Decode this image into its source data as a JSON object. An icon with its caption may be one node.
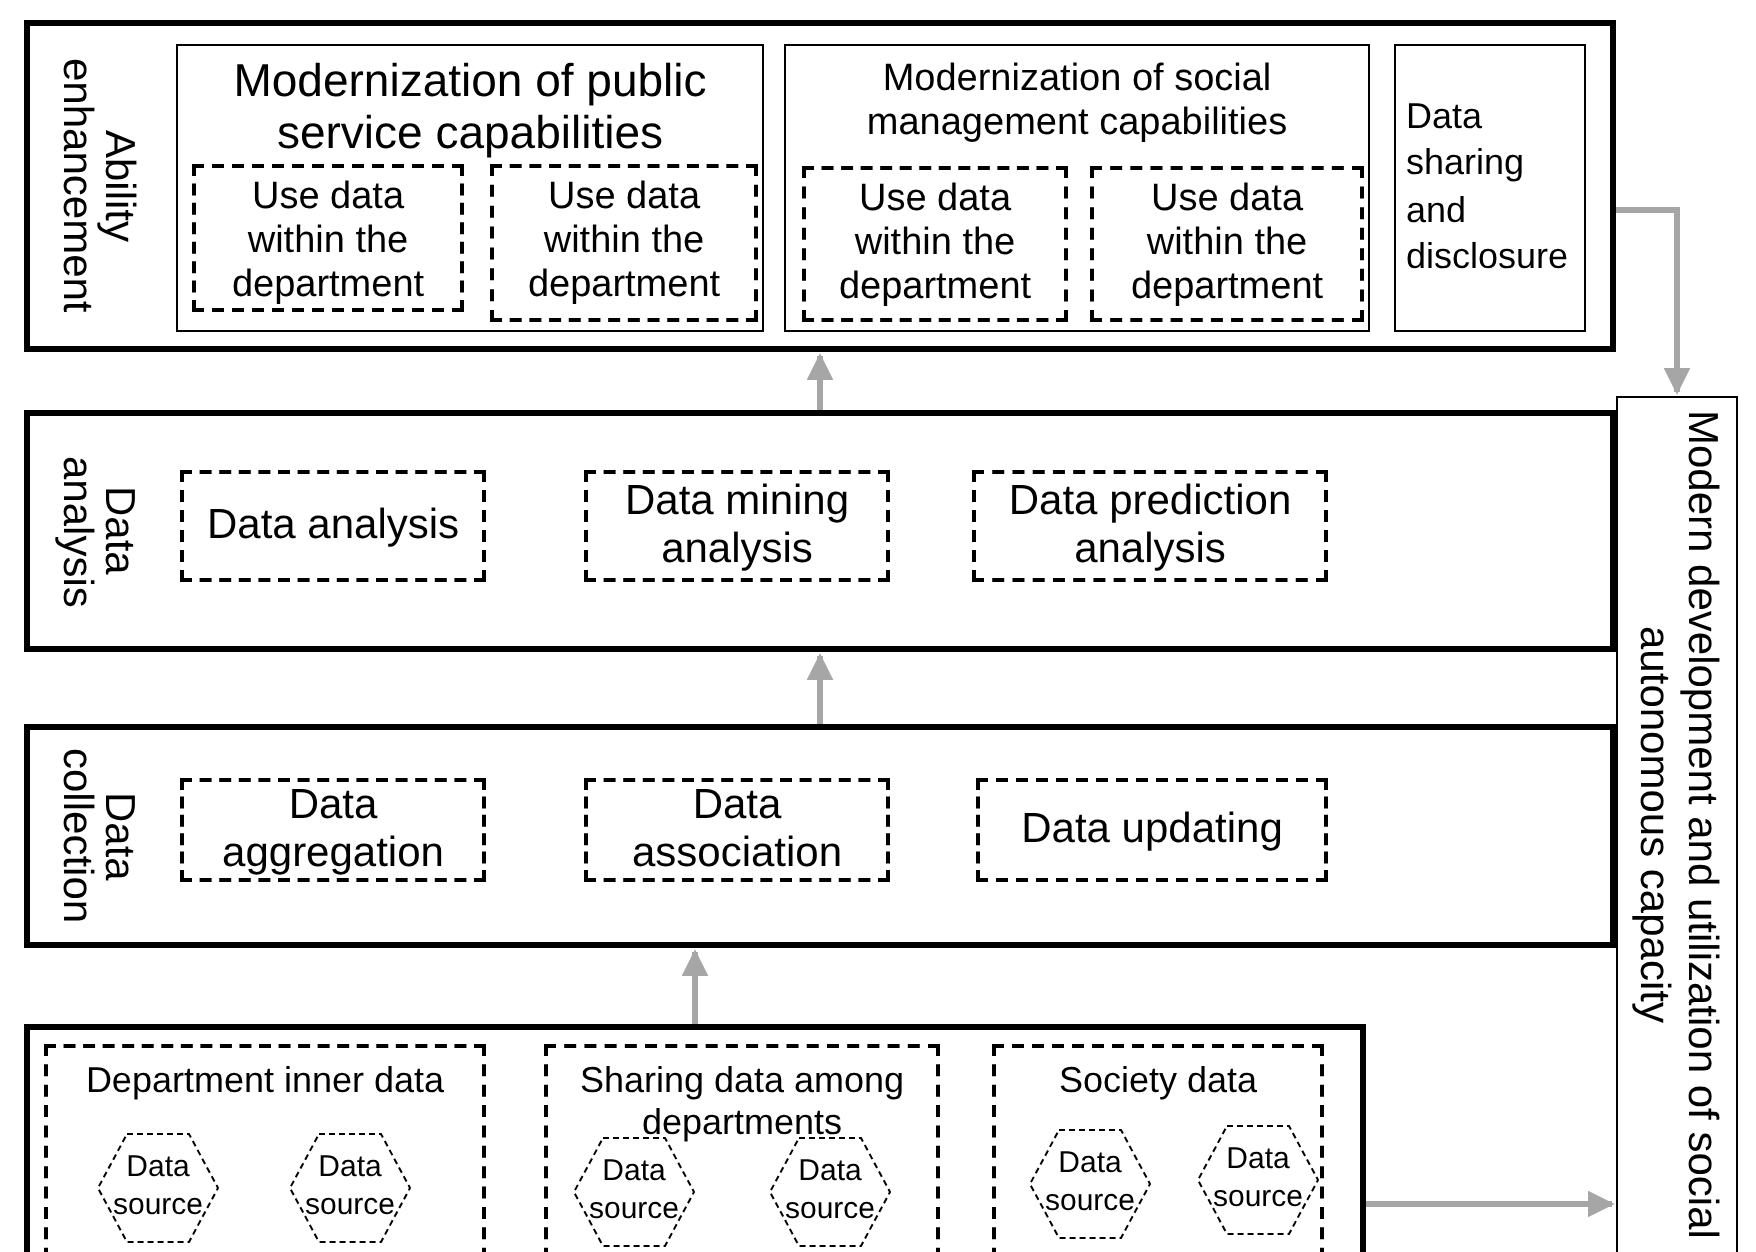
{
  "diagram": {
    "nodes": [
      {
        "text": [
          "Ability enhancement"
        ]
      },
      {
        "text": [
          "Modernization of public service capabilities"
        ],
        "in": 0
      },
      {
        "text": [
          "Use data within the department"
        ],
        "in": 1
      },
      {
        "text": [
          "Use data within the department"
        ],
        "in": 1
      },
      {
        "text": [
          "Modernization of social management capabilities"
        ],
        "in": 0
      },
      {
        "text": [
          "Use data within the department"
        ],
        "in": 4
      },
      {
        "text": [
          "Use data within the department"
        ],
        "in": 4
      },
      {
        "text": [
          "Data sharing and disclosure"
        ],
        "in": 0
      },
      {
        "text": [
          "Data analysis"
        ]
      },
      {
        "text": [
          "Data analysis"
        ],
        "in": 8
      },
      {
        "text": [
          "Data mining analysis"
        ],
        "in": 8
      },
      {
        "text": [
          "Data prediction analysis"
        ],
        "in": 8
      },
      {
        "text": [
          "Data collection"
        ]
      },
      {
        "text": [
          "Data aggregation"
        ],
        "in": 12
      },
      {
        "text": [
          "Data association"
        ],
        "in": 12
      },
      {
        "text": [
          "Data updating"
        ],
        "in": 12
      },
      {
        "text": [],
        "shape": "box"
      },
      {
        "text": [
          "Department inner data"
        ],
        "in": 16
      },
      {
        "text": [
          "Data source"
        ],
        "in": 17
      },
      {
        "text": [
          "Data source"
        ],
        "in": 17
      },
      {
        "text": [
          "Sharing data among departments"
        ],
        "in": 16
      },
      {
        "text": [
          "Data source"
        ],
        "in": 20
      },
      {
        "text": [
          "Data source"
        ],
        "in": 20
      },
      {
        "text": [
          "Society data"
        ],
        "in": 16
      },
      {
        "text": [
          "Data source"
        ],
        "in": 23
      },
      {
        "text": [
          "Data source"
        ],
        "in": 23
      },
      {
        "text": [
          "Modern development and utilization of social autonomous capacity"
        ]
      }
    ],
    "edges": [
      {
        "from": 16,
        "to": 12,
        "arrow": "to"
      },
      {
        "from": 12,
        "to": 8,
        "arrow": "to"
      },
      {
        "from": 8,
        "to": 0,
        "arrow": "to"
      },
      {
        "from": 0,
        "to": 26,
        "arrow": "to"
      },
      {
        "from": 16,
        "to": 26,
        "arrow": "to"
      }
    ]
  }
}
